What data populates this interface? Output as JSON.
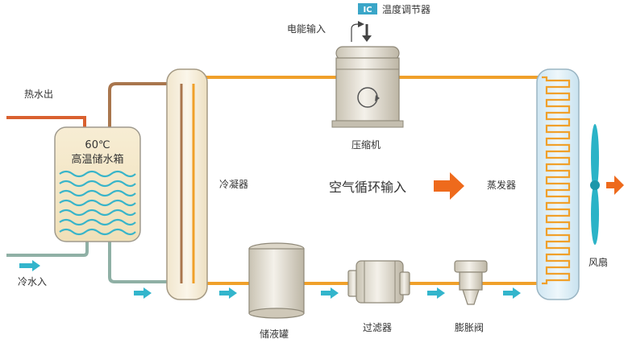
{
  "labels": {
    "hot_water_out": "热水出",
    "cold_water_in": "冷水入",
    "tank_temp": "60℃",
    "tank_name": "高温储水箱",
    "condenser": "冷凝器",
    "compressor": "压缩机",
    "power_input": "电能输入",
    "ic_badge": "IC",
    "thermostat": "温度调节器",
    "air_cycle": "空气循环输入",
    "evaporator": "蒸发器",
    "fan": "风扇",
    "receiver": "储液罐",
    "filter": "过滤器",
    "expansion_valve": "膨胀阀"
  },
  "colors": {
    "refrigerant_pipe": "#f0a02a",
    "hot_pipe": "#d9602f",
    "return_pipe": "#a9764d",
    "cold_pipe": "#8fb0a5",
    "flow_arrow": "#33b5cc",
    "air_arrow": "#ee6a1c",
    "fan_blade": "#2bb3c7",
    "ic_badge": "#3aa6c8"
  }
}
